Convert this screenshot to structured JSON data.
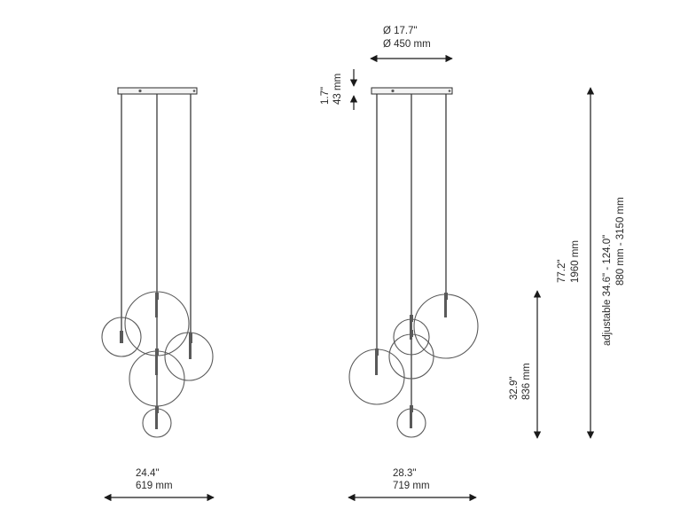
{
  "dimensions": {
    "left_width_in": "24.4\"",
    "left_width_mm": "619 mm",
    "right_width_in": "28.3\"",
    "right_width_mm": "719 mm",
    "canopy_dia_in": "Ø 17.7\"",
    "canopy_dia_mm": "Ø 450 mm",
    "canopy_height_in": "1.7\"",
    "canopy_height_mm": "43 mm",
    "cluster_height_in": "32.9\"",
    "cluster_height_mm": "836 mm",
    "total_height_in": "77.2\"",
    "total_height_mm": "1960 mm",
    "adjustable_in": "adjustable  34.6\" - 124.0\"",
    "adjustable_mm": "880 mm - 3150 mm"
  }
}
